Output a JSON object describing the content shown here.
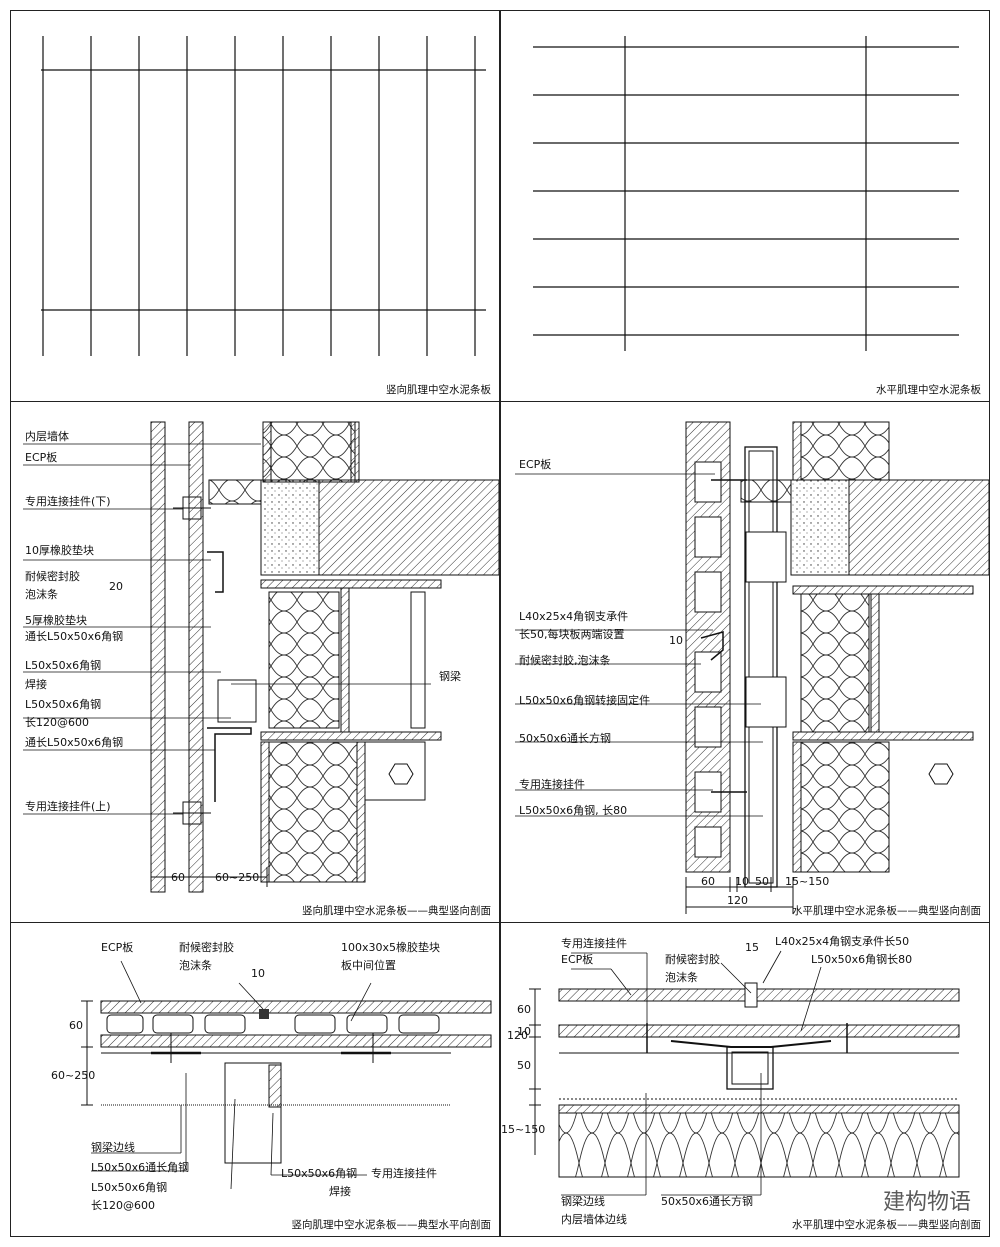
{
  "panels": {
    "p1": {
      "caption": "竖向肌理中空水泥条板"
    },
    "p2": {
      "caption": "水平肌理中空水泥条板"
    },
    "p3": {
      "caption": "竖向肌理中空水泥条板——典型竖向剖面",
      "labels": [
        "内层墙体",
        "ECP板",
        "专用连接挂件(下)",
        "10厚橡胶垫块",
        "耐候密封胶",
        "泡沫条",
        "5厚橡胶垫块",
        "通长L50x50x6角钢",
        "L50x50x6角钢",
        "焊接",
        "L50x50x6角钢",
        "长120@600",
        "通长L50x50x6角钢",
        "专用连接挂件(上)",
        "钢梁"
      ],
      "dims": [
        "20",
        "60",
        "60~250"
      ]
    },
    "p4": {
      "caption": "水平肌理中空水泥条板——典型竖向剖面",
      "labels": [
        "ECP板",
        "L40x25x4角钢支承件",
        "长50,每块板两端设置",
        "耐候密封胶,泡沫条",
        "L50x50x6角钢转接固定件",
        "50x50x6通长方钢",
        "专用连接挂件",
        "L50x50x6角钢, 长80"
      ],
      "dims": [
        "10",
        "60",
        "10",
        "50",
        "15~150",
        "120"
      ]
    },
    "p5": {
      "caption": "竖向肌理中空水泥条板——典型水平向剖面",
      "labels": [
        "ECP板",
        "耐候密封胶",
        "泡沫条",
        "100x30x5橡胶垫块",
        "板中间位置",
        "钢梁边线",
        "L50x50x6通长角钢",
        "L50x50x6角钢",
        "长120@600",
        "L50x50x6角钢",
        "焊接",
        "专用连接挂件"
      ],
      "dims": [
        "10",
        "60",
        "60~250"
      ]
    },
    "p6": {
      "caption": "水平肌理中空水泥条板——典型竖向剖面",
      "labels": [
        "专用连接挂件",
        "ECP板",
        "耐候密封胶",
        "泡沫条",
        "15",
        "L40x25x4角钢支承件长50",
        "L50x50x6角钢长80",
        "钢梁边线",
        "内层墙体边线",
        "50x50x6通长方钢"
      ],
      "dims": [
        "120",
        "60",
        "10",
        "50",
        "15~150"
      ]
    }
  },
  "watermark": "建构物语"
}
